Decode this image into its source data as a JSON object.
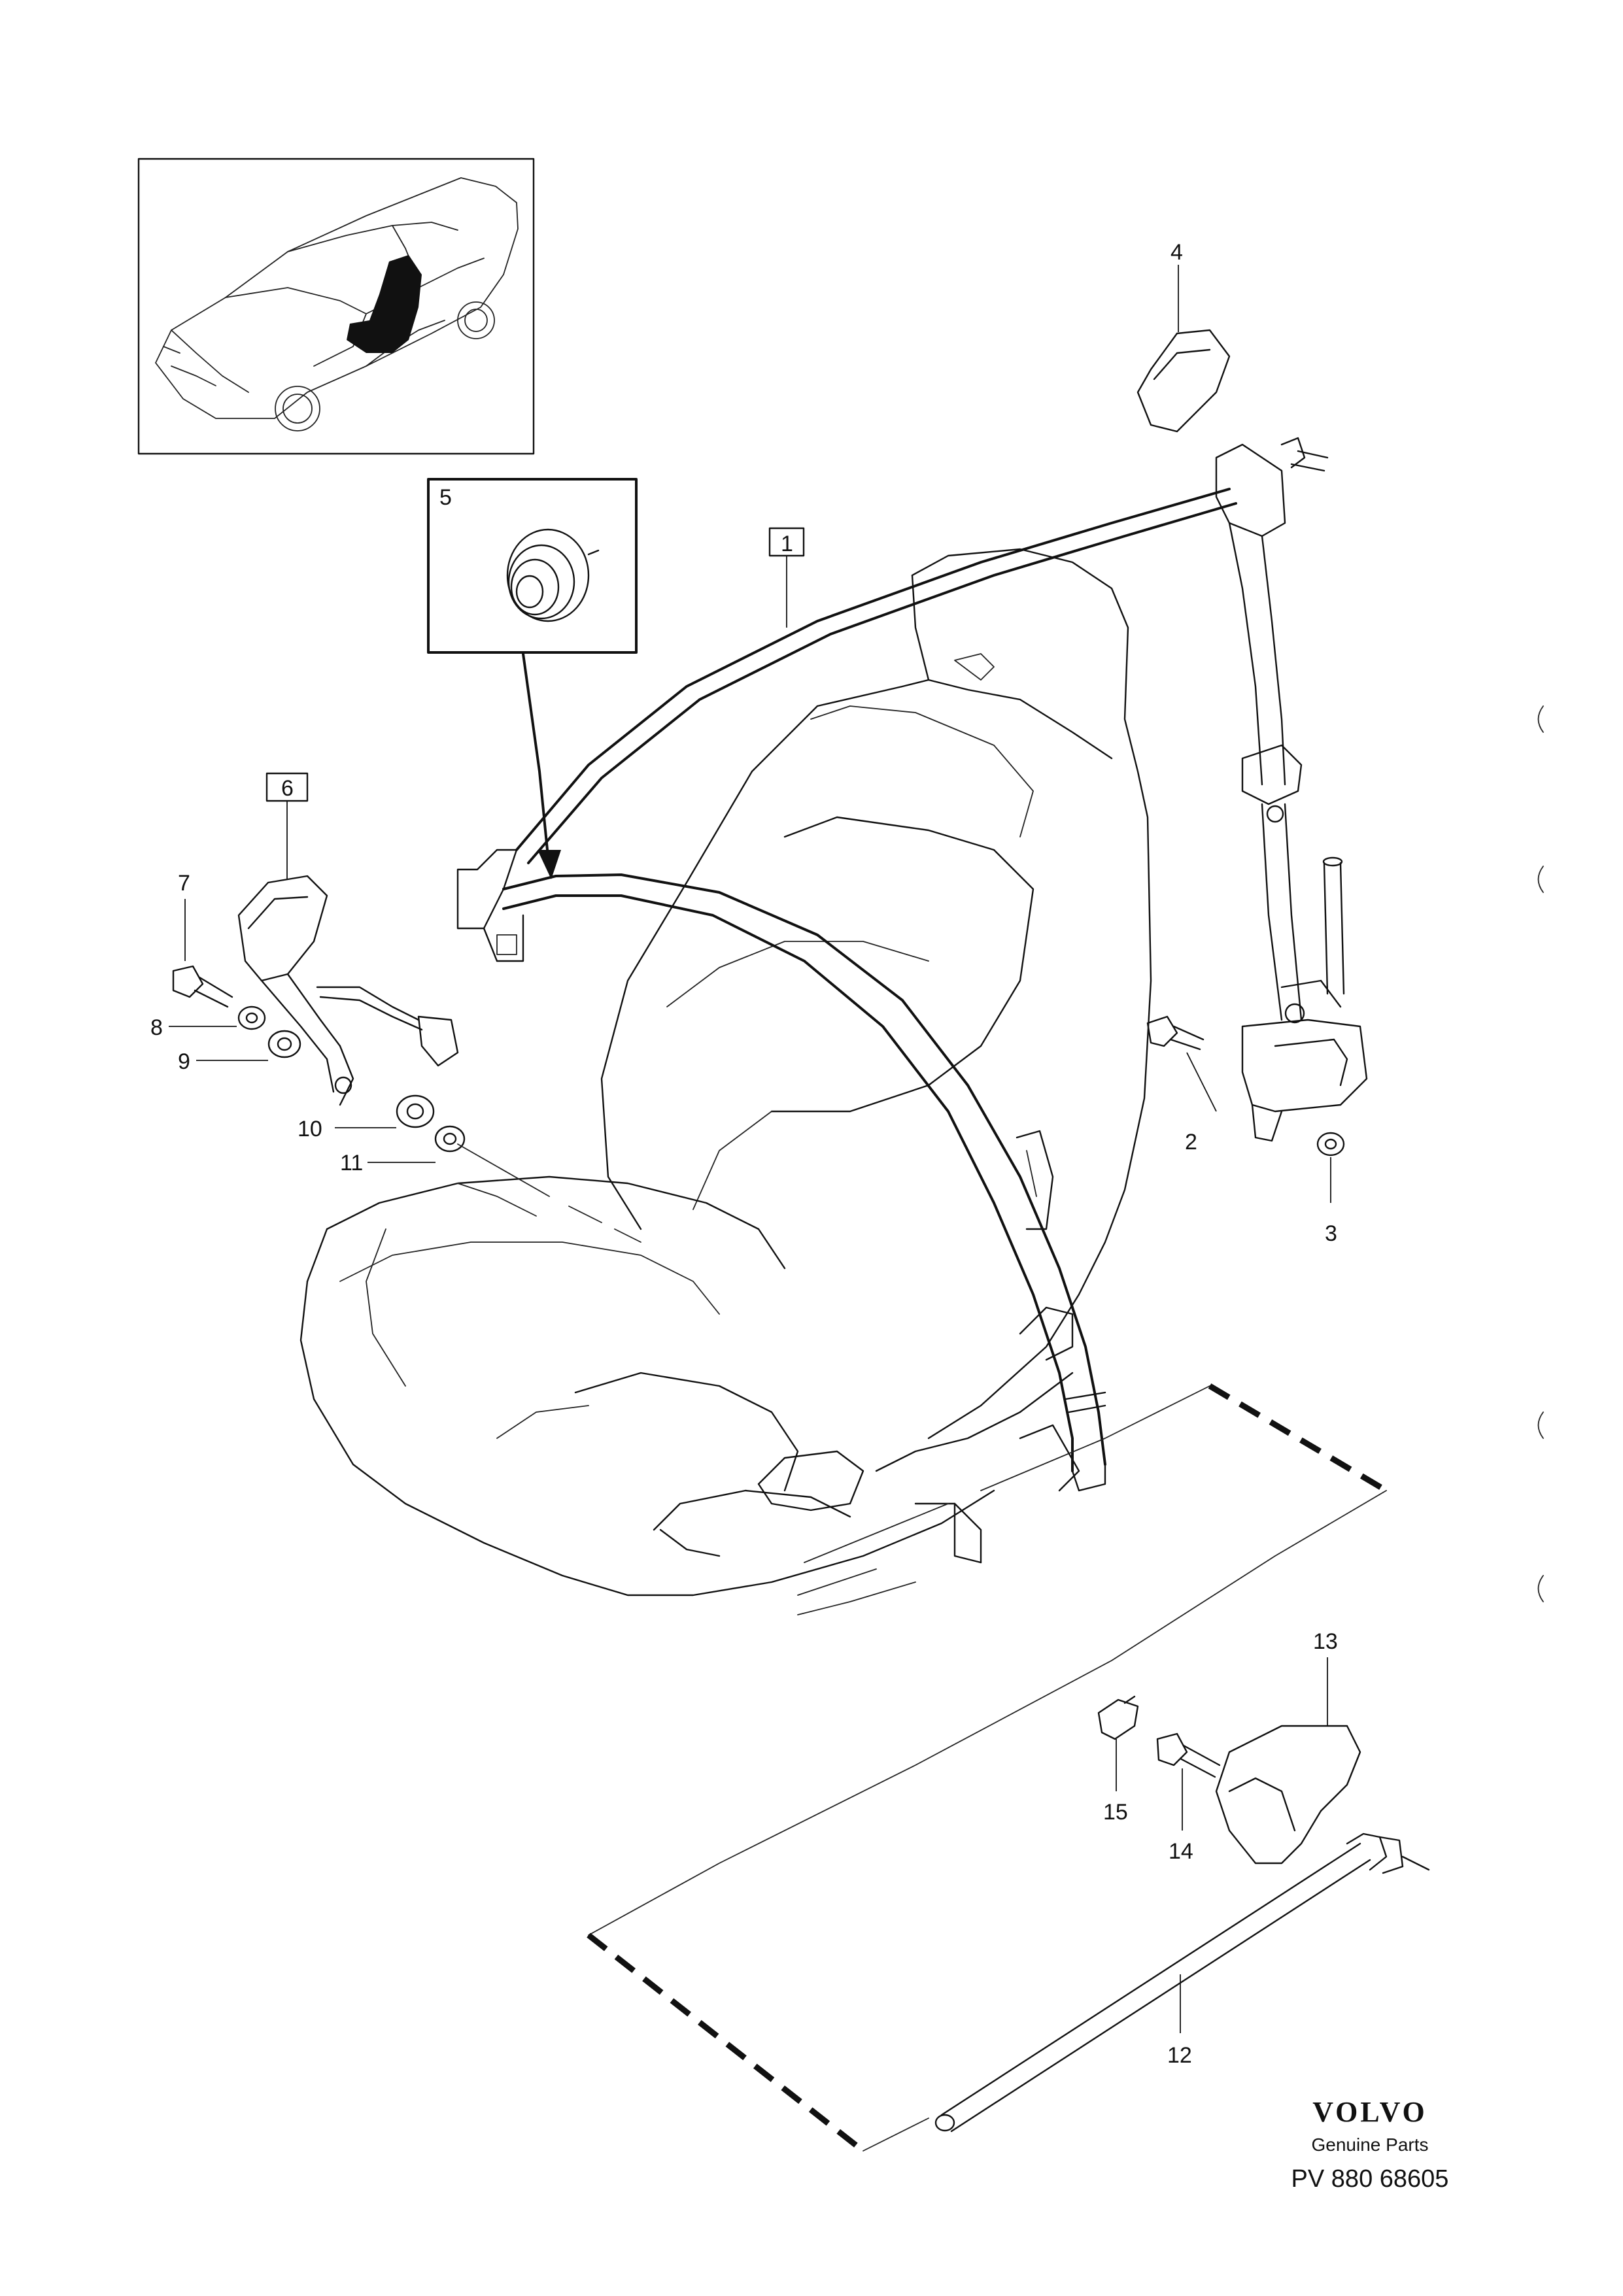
{
  "callouts": {
    "c1": "1",
    "c2": "2",
    "c3": "3",
    "c4": "4",
    "c5": "5",
    "c6": "6",
    "c7": "7",
    "c8": "8",
    "c9": "9",
    "c10": "10",
    "c11": "11",
    "c12": "12",
    "c13": "13",
    "c14": "14",
    "c15": "15"
  },
  "brand": {
    "logo": "VOLVO",
    "tagline": "Genuine Parts",
    "reference": "PV 880 68605"
  }
}
